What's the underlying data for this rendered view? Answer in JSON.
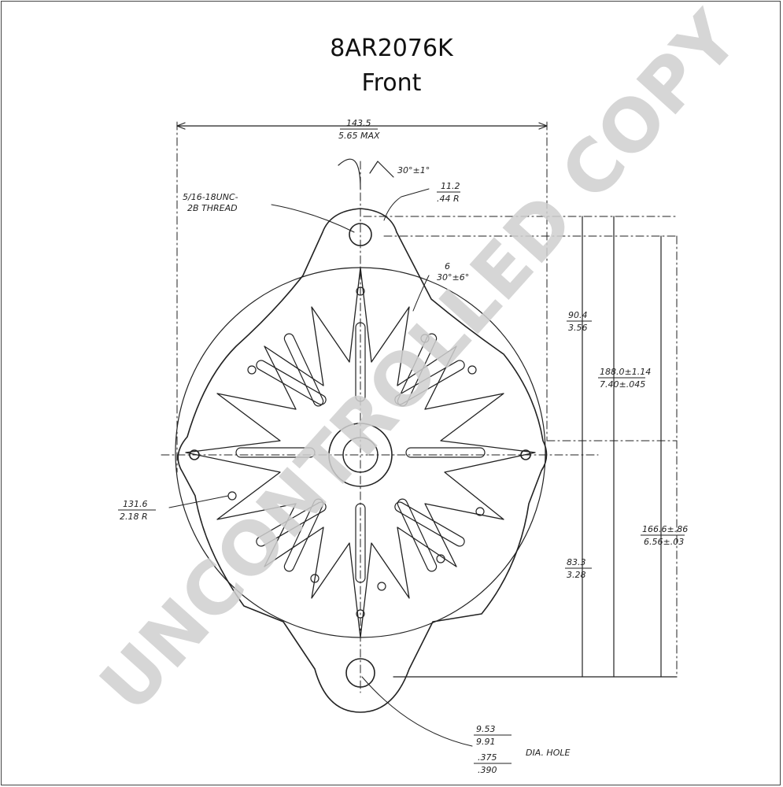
{
  "header": {
    "model": "8AR2076K",
    "view": "Front"
  },
  "dimensions": {
    "overall_width": [
      "143.5",
      "5.65 MAX"
    ],
    "angle": "30°±1°",
    "thread": [
      "5/16-18UNC-",
      "2B THREAD"
    ],
    "radius": [
      "11.2",
      ".44 R"
    ],
    "upper_height": [
      "90.4",
      "3.56"
    ],
    "mid_height": [
      "188.0±1.14",
      "7.40±.045"
    ],
    "full_height": [
      "166.6±.86",
      "6.56±.03"
    ],
    "lower_height": [
      "83.3",
      "3.28"
    ],
    "left_radius": [
      "131.6",
      "2.18 R"
    ],
    "small_note": [
      "6",
      "30°±6°"
    ],
    "hole": [
      "9.53",
      "9.91",
      ".375",
      ".390",
      "DIA. HOLE"
    ]
  },
  "watermark": "UNCONTROLLED COPY"
}
